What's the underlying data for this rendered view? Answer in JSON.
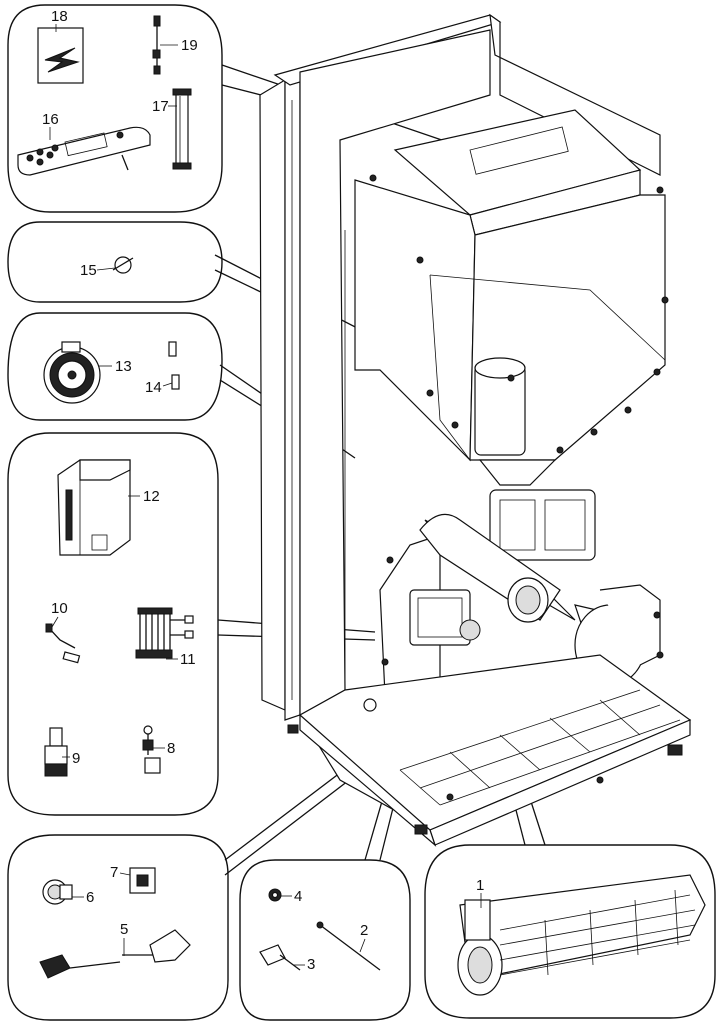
{
  "parts": [
    {
      "id": "p1",
      "label": "1"
    },
    {
      "id": "p2",
      "label": "2"
    },
    {
      "id": "p3",
      "label": "3"
    },
    {
      "id": "p4",
      "label": "4"
    },
    {
      "id": "p5",
      "label": "5"
    },
    {
      "id": "p6",
      "label": "6"
    },
    {
      "id": "p7",
      "label": "7"
    },
    {
      "id": "p8",
      "label": "8"
    },
    {
      "id": "p9",
      "label": "9"
    },
    {
      "id": "p10",
      "label": "10"
    },
    {
      "id": "p11",
      "label": "11"
    },
    {
      "id": "p12",
      "label": "12"
    },
    {
      "id": "p13",
      "label": "13"
    },
    {
      "id": "p14",
      "label": "14"
    },
    {
      "id": "p15",
      "label": "15"
    },
    {
      "id": "p16",
      "label": "16"
    },
    {
      "id": "p17",
      "label": "17"
    },
    {
      "id": "p18",
      "label": "18"
    },
    {
      "id": "p19",
      "label": "19"
    }
  ],
  "colors": {
    "ink": "#111111",
    "paper": "#ffffff"
  }
}
